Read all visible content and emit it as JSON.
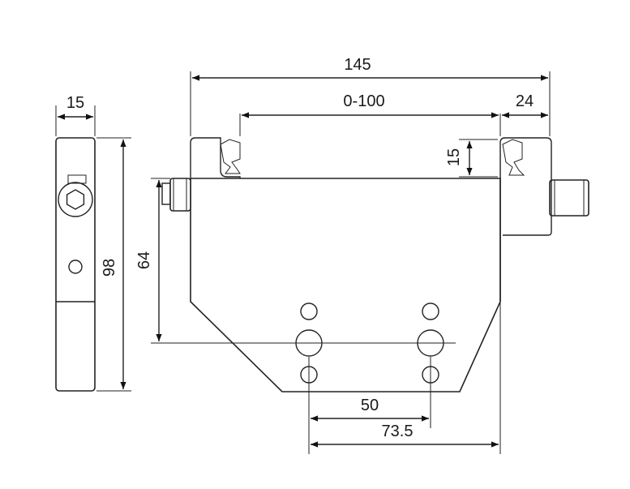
{
  "dimensions": {
    "overall_width": "145",
    "travel_range": "0-100",
    "jaw_offset": "24",
    "jaw_height": "15",
    "side_width": "15",
    "side_height": "98",
    "body_height": "64",
    "hole_spacing": "50",
    "hole_to_edge": "73.5"
  }
}
